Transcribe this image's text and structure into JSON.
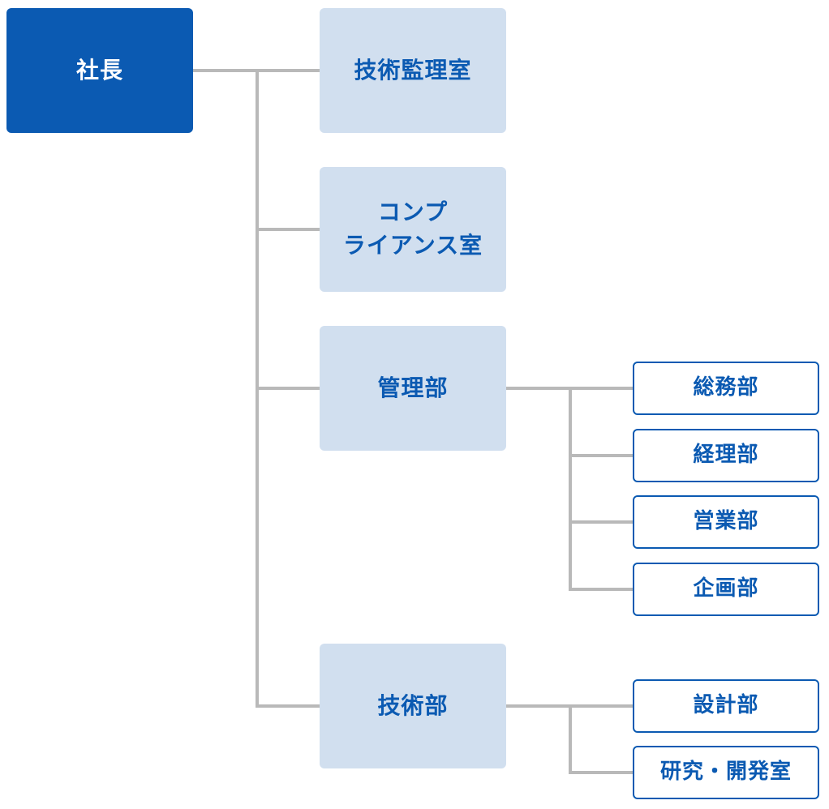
{
  "org_chart": {
    "root": {
      "label": "社長"
    },
    "direct_units": [
      {
        "label": "技術監理室"
      },
      {
        "line1": "コンプ",
        "line2": "ライアンス室"
      },
      {
        "label": "管理部"
      },
      {
        "label": "技術部"
      }
    ],
    "management_departments": [
      {
        "label": "総務部"
      },
      {
        "label": "経理部"
      },
      {
        "label": "営業部"
      },
      {
        "label": "企画部"
      }
    ],
    "technology_departments": [
      {
        "label": "設計部"
      },
      {
        "label": "研究・開発室"
      }
    ],
    "colors": {
      "primary_blue": "#0b5ab2",
      "light_blue": "#d1dfef",
      "connector_gray": "#b9b9b9",
      "background": "#ffffff"
    }
  }
}
